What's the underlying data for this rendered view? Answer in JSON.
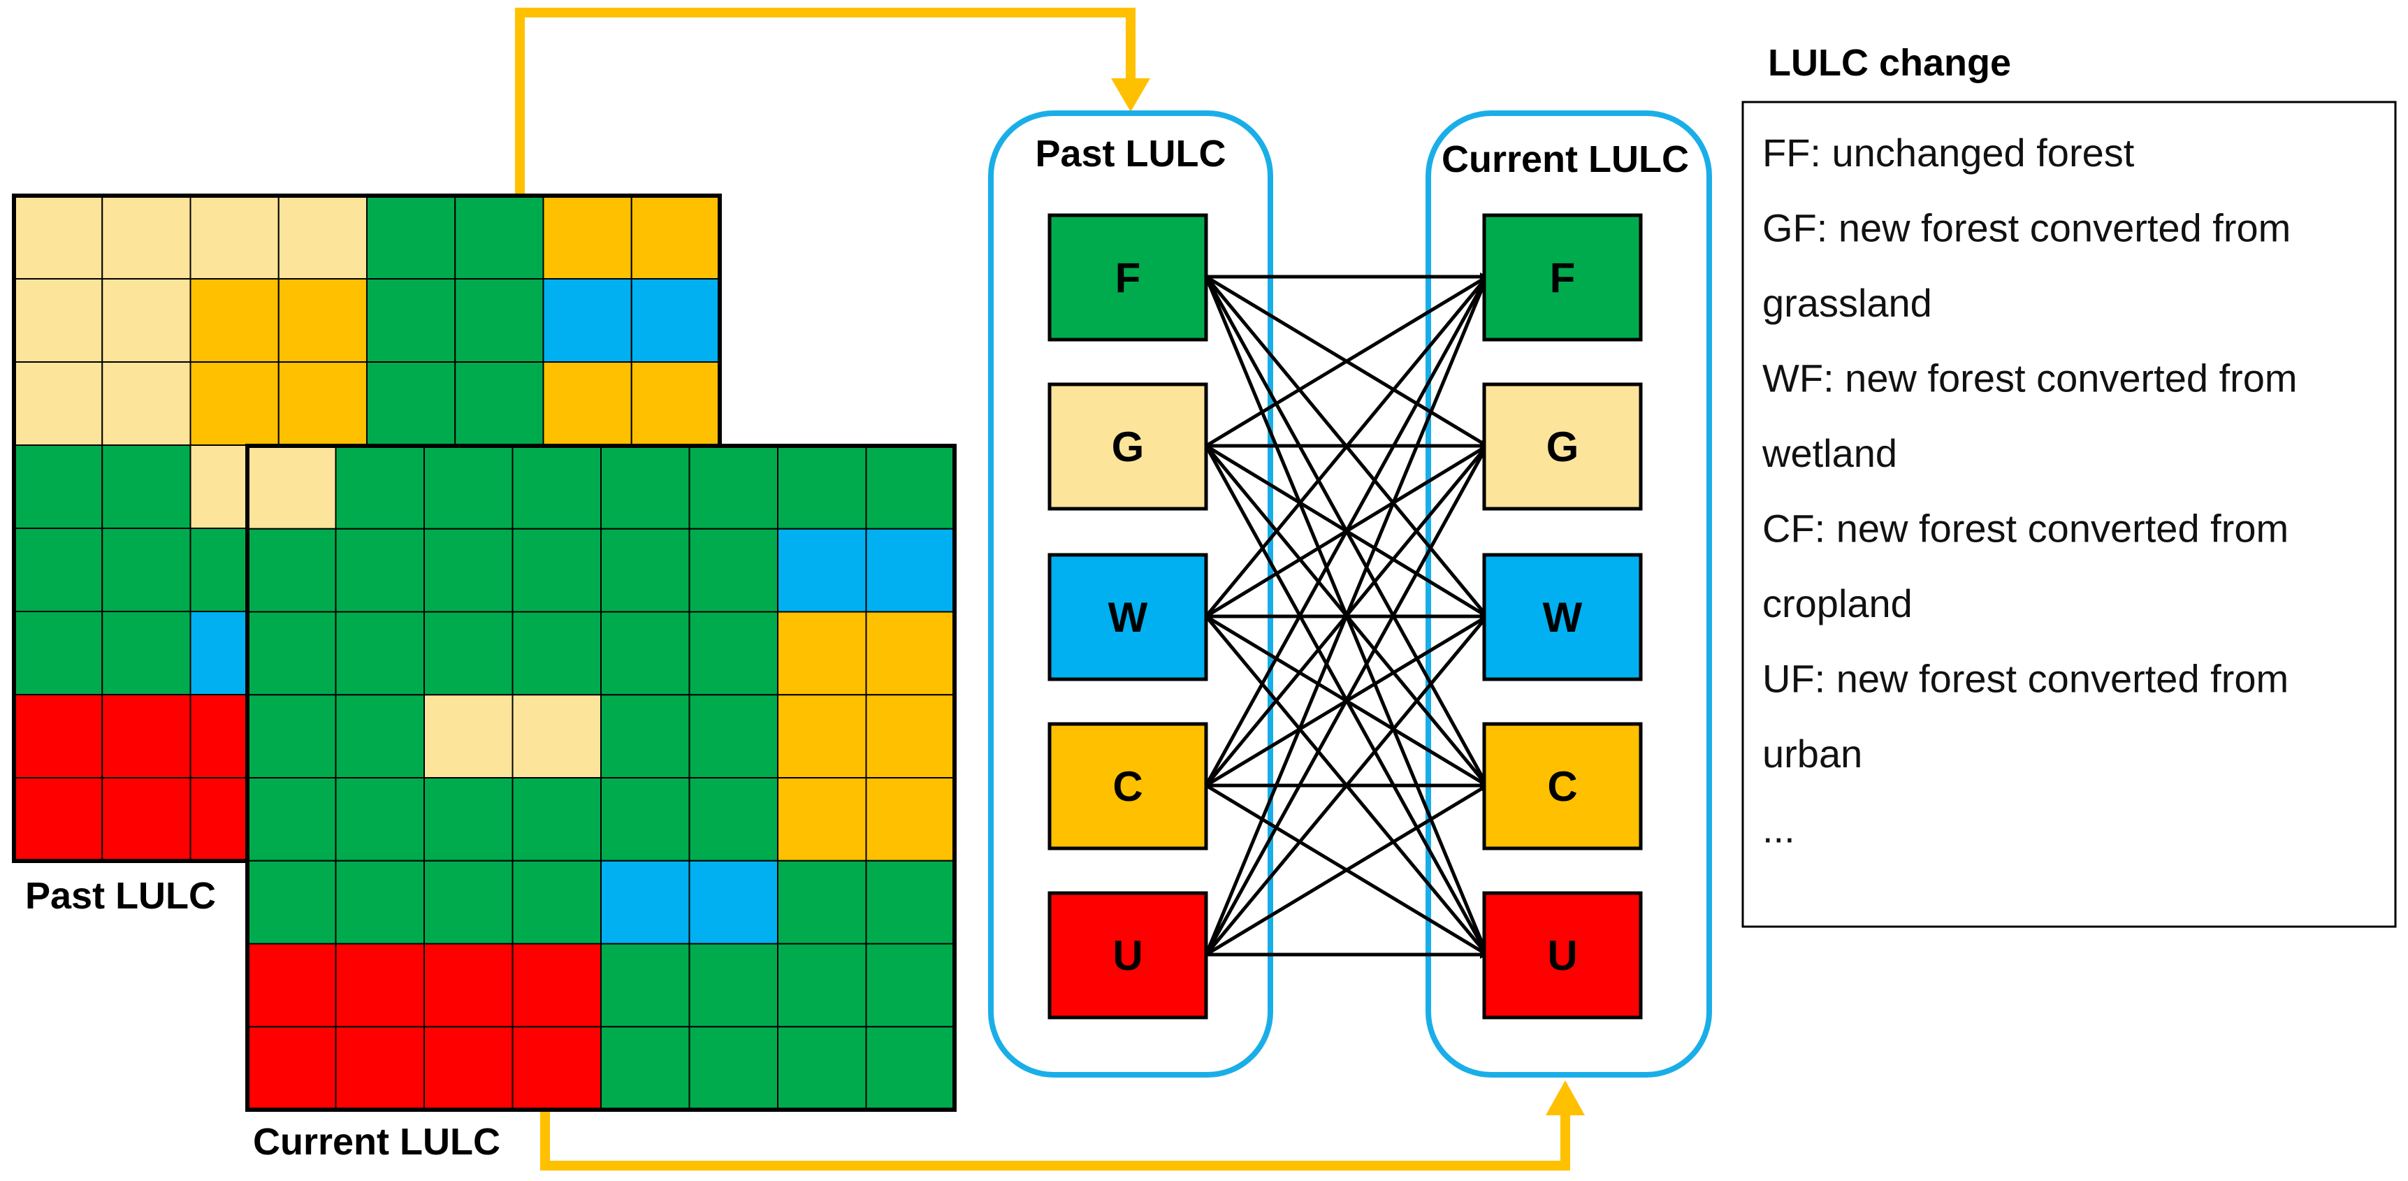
{
  "colors": {
    "F": "#00ab4e",
    "G": "#fde49b",
    "W": "#00b0f0",
    "C": "#ffc000",
    "U": "#ff0000",
    "flow_arrow": "#ffc000",
    "box_outline": "#1aaee8",
    "grid_line": "#000000"
  },
  "grid_labels": {
    "past": "Past LULC",
    "current": "Current LULC"
  },
  "past_grid": [
    [
      "G",
      "G",
      "G",
      "G",
      "F",
      "F",
      "C",
      "C"
    ],
    [
      "G",
      "G",
      "C",
      "C",
      "F",
      "F",
      "W",
      "W"
    ],
    [
      "G",
      "G",
      "C",
      "C",
      "F",
      "F",
      "C",
      "C"
    ],
    [
      "F",
      "F",
      "G",
      "F",
      "F",
      "F",
      "F",
      "F"
    ],
    [
      "F",
      "F",
      "F",
      "F",
      "F",
      "F",
      "F",
      "F"
    ],
    [
      "F",
      "F",
      "W",
      "F",
      "F",
      "F",
      "F",
      "F"
    ],
    [
      "U",
      "U",
      "U",
      "F",
      "F",
      "F",
      "F",
      "F"
    ],
    [
      "U",
      "U",
      "U",
      "F",
      "F",
      "F",
      "F",
      "F"
    ]
  ],
  "current_grid": [
    [
      "G",
      "F",
      "F",
      "F",
      "F",
      "F",
      "F",
      "F"
    ],
    [
      "F",
      "F",
      "F",
      "F",
      "F",
      "F",
      "W",
      "W"
    ],
    [
      "F",
      "F",
      "F",
      "F",
      "F",
      "F",
      "C",
      "C"
    ],
    [
      "F",
      "F",
      "G",
      "G",
      "F",
      "F",
      "C",
      "C"
    ],
    [
      "F",
      "F",
      "F",
      "F",
      "F",
      "F",
      "C",
      "C"
    ],
    [
      "F",
      "F",
      "F",
      "F",
      "W",
      "W",
      "F",
      "F"
    ],
    [
      "U",
      "U",
      "U",
      "U",
      "F",
      "F",
      "F",
      "F"
    ],
    [
      "U",
      "U",
      "U",
      "U",
      "F",
      "F",
      "F",
      "F"
    ]
  ],
  "past_box": {
    "title": "Past LULC",
    "classes": [
      "F",
      "G",
      "W",
      "C",
      "U"
    ]
  },
  "current_box": {
    "title": "Current LULC",
    "classes": [
      "F",
      "G",
      "W",
      "C",
      "U"
    ]
  },
  "legend": {
    "title": "LULC change",
    "lines": [
      "FF: unchanged forest",
      "GF: new forest converted from",
      "grassland",
      "WF: new forest converted from",
      "wetland",
      "CF: new forest converted from",
      "cropland",
      "UF: new forest converted from",
      "urban",
      "..."
    ]
  }
}
